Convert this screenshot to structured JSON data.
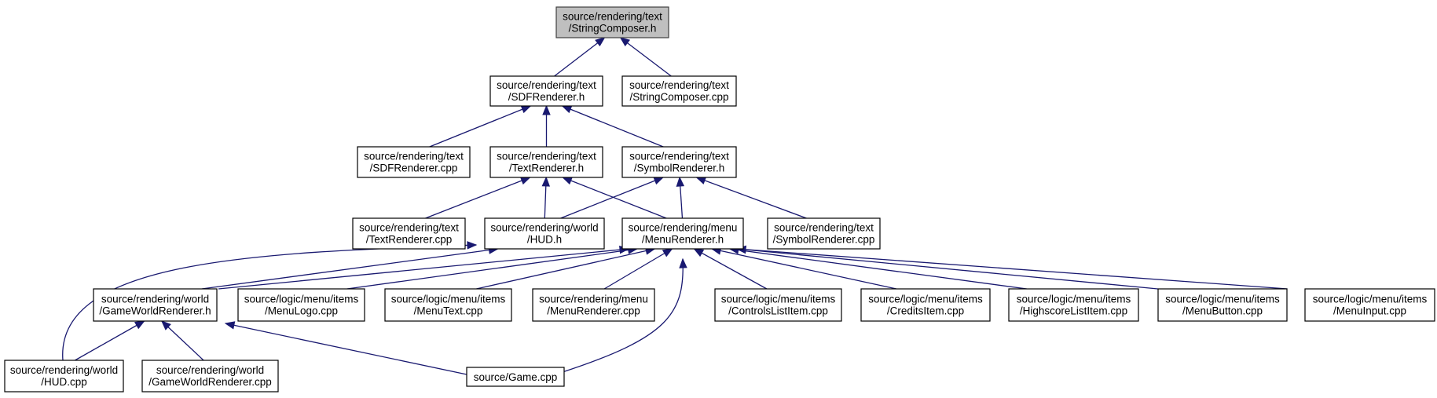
{
  "nodes": [
    {
      "id": "stringcomposer_h",
      "line1": "source/rendering/text",
      "line2": "/StringComposer.h",
      "root": true
    },
    {
      "id": "sdfrenderer_h",
      "line1": "source/rendering/text",
      "line2": "/SDFRenderer.h"
    },
    {
      "id": "stringcomposer_cpp",
      "line1": "source/rendering/text",
      "line2": "/StringComposer.cpp"
    },
    {
      "id": "sdfrenderer_cpp",
      "line1": "source/rendering/text",
      "line2": "/SDFRenderer.cpp"
    },
    {
      "id": "textrenderer_h",
      "line1": "source/rendering/text",
      "line2": "/TextRenderer.h"
    },
    {
      "id": "symbolrenderer_h",
      "line1": "source/rendering/text",
      "line2": "/SymbolRenderer.h"
    },
    {
      "id": "textrenderer_cpp",
      "line1": "source/rendering/text",
      "line2": "/TextRenderer.cpp"
    },
    {
      "id": "hud_h",
      "line1": "source/rendering/world",
      "line2": "/HUD.h"
    },
    {
      "id": "menurenderer_h",
      "line1": "source/rendering/menu",
      "line2": "/MenuRenderer.h"
    },
    {
      "id": "symbolrenderer_cpp",
      "line1": "source/rendering/text",
      "line2": "/SymbolRenderer.cpp"
    },
    {
      "id": "gameworldrenderer_h",
      "line1": "source/rendering/world",
      "line2": "/GameWorldRenderer.h"
    },
    {
      "id": "menulogo_cpp",
      "line1": "source/logic/menu/items",
      "line2": "/MenuLogo.cpp"
    },
    {
      "id": "menutext_cpp",
      "line1": "source/logic/menu/items",
      "line2": "/MenuText.cpp"
    },
    {
      "id": "menurenderer_cpp",
      "line1": "source/rendering/menu",
      "line2": "/MenuRenderer.cpp"
    },
    {
      "id": "controlslistitem_cpp",
      "line1": "source/logic/menu/items",
      "line2": "/ControlsListItem.cpp"
    },
    {
      "id": "creditsitem_cpp",
      "line1": "source/logic/menu/items",
      "line2": "/CreditsItem.cpp"
    },
    {
      "id": "highscorelistitem_cpp",
      "line1": "source/logic/menu/items",
      "line2": "/HighscoreListItem.cpp"
    },
    {
      "id": "menubutton_cpp",
      "line1": "source/logic/menu/items",
      "line2": "/MenuButton.cpp"
    },
    {
      "id": "menuinput_cpp",
      "line1": "source/logic/menu/items",
      "line2": "/MenuInput.cpp"
    },
    {
      "id": "hud_cpp",
      "line1": "source/rendering/world",
      "line2": "/HUD.cpp"
    },
    {
      "id": "gameworldrenderer_cpp",
      "line1": "source/rendering/world",
      "line2": "/GameWorldRenderer.cpp"
    },
    {
      "id": "game_cpp",
      "line1": "source/Game.cpp",
      "line2": ""
    }
  ],
  "edges": [
    {
      "from": "sdfrenderer_h",
      "to": "stringcomposer_h"
    },
    {
      "from": "stringcomposer_cpp",
      "to": "stringcomposer_h"
    },
    {
      "from": "sdfrenderer_cpp",
      "to": "sdfrenderer_h"
    },
    {
      "from": "textrenderer_h",
      "to": "sdfrenderer_h"
    },
    {
      "from": "symbolrenderer_h",
      "to": "sdfrenderer_h"
    },
    {
      "from": "textrenderer_cpp",
      "to": "textrenderer_h"
    },
    {
      "from": "hud_h",
      "to": "textrenderer_h"
    },
    {
      "from": "menurenderer_h",
      "to": "textrenderer_h"
    },
    {
      "from": "hud_h",
      "to": "symbolrenderer_h"
    },
    {
      "from": "menurenderer_h",
      "to": "symbolrenderer_h"
    },
    {
      "from": "symbolrenderer_cpp",
      "to": "symbolrenderer_h"
    },
    {
      "from": "hud_cpp",
      "to": "hud_h"
    },
    {
      "from": "gameworldrenderer_h",
      "to": "hud_h"
    },
    {
      "from": "gameworldrenderer_h",
      "to": "menurenderer_h"
    },
    {
      "from": "menulogo_cpp",
      "to": "menurenderer_h"
    },
    {
      "from": "menutext_cpp",
      "to": "menurenderer_h"
    },
    {
      "from": "menurenderer_cpp",
      "to": "menurenderer_h"
    },
    {
      "from": "game_cpp",
      "to": "menurenderer_h"
    },
    {
      "from": "controlslistitem_cpp",
      "to": "menurenderer_h"
    },
    {
      "from": "creditsitem_cpp",
      "to": "menurenderer_h"
    },
    {
      "from": "highscorelistitem_cpp",
      "to": "menurenderer_h"
    },
    {
      "from": "menubutton_cpp",
      "to": "menurenderer_h"
    },
    {
      "from": "menuinput_cpp",
      "to": "menurenderer_h"
    },
    {
      "from": "hud_cpp",
      "to": "gameworldrenderer_h"
    },
    {
      "from": "gameworldrenderer_cpp",
      "to": "gameworldrenderer_h"
    },
    {
      "from": "game_cpp",
      "to": "gameworldrenderer_h"
    }
  ],
  "colors": {
    "edge": "#191970",
    "root_fill": "#bfbfbf",
    "node_fill": "#ffffff"
  }
}
